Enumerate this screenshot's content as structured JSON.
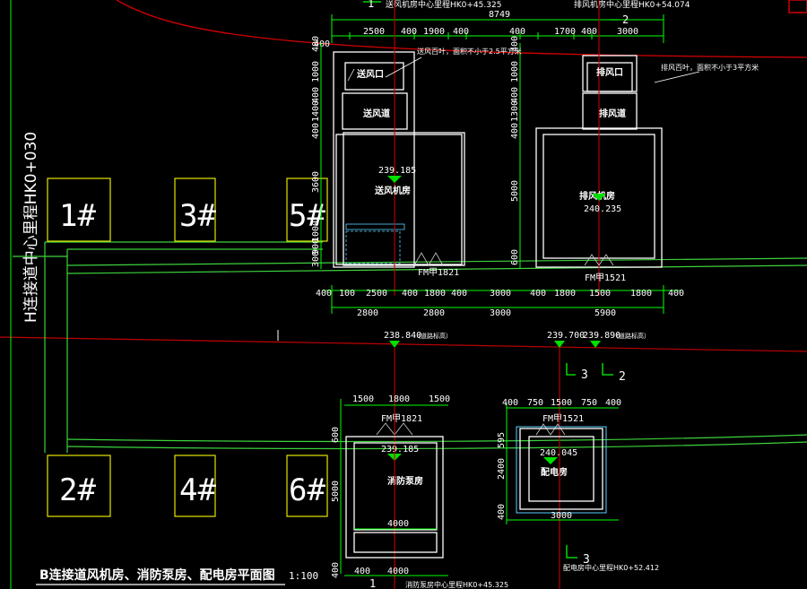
{
  "title": "B连接道风机房、消防泵房、配电房平面图",
  "scale": "1:100",
  "station_label": "H连接道中心里程HK0+030",
  "pillars": [
    "1#",
    "3#",
    "5#",
    "2#",
    "4#",
    "6#"
  ],
  "rooms": {
    "supply_vent": "送风口",
    "supply_duct": "送风道",
    "supply_fan_room": "送风机房",
    "exhaust_vent": "排风口",
    "exhaust_duct": "排风道",
    "exhaust_fan_room": "排风机房",
    "fire_pump_room": "消防泵房",
    "power_room": "配电房"
  },
  "notes": {
    "supply_note": "送风百叶，面积不小于2.5平方米",
    "exhaust_note": "排风百叶，面积不小于3平方米",
    "top_left_note": "送风机房中心里程HK0+45.325",
    "top_right_note": "排风机房中心里程HK0+54.074",
    "bottom_left_note": "消防泵房中心里程HK0+45.325",
    "bottom_right_note": "配电房中心里程HK0+52.412"
  },
  "elevations": {
    "supply_fan": "239.185",
    "exhaust_fan": "240.235",
    "fire_pump": "239.185",
    "power": "240.045",
    "road_left": "238.840",
    "road_mid": "239.700",
    "road_right": "239.890",
    "road_note": "（道路标高）"
  },
  "doors": {
    "supply_door": "FM甲1821",
    "exhaust_door": "FM甲1521",
    "pump_door": "FM甲1821",
    "power_door": "FM甲1521"
  },
  "section_marks": {
    "s1": "1",
    "s2": "2",
    "s3": "3"
  },
  "dims": {
    "top_total": "8749",
    "top_row": [
      "400",
      "2500",
      "400",
      "1900",
      "400",
      "400",
      "1700",
      "400",
      "3000"
    ],
    "left_vertical": [
      "400",
      "1000",
      "400",
      "1400",
      "400",
      "3600",
      "1000",
      "900",
      "300"
    ],
    "right_vertical": [
      "400",
      "1000",
      "400",
      "1300",
      "400",
      "5000",
      "600"
    ],
    "mid_row": [
      "400",
      "100",
      "2500",
      "400",
      "1800",
      "400",
      "3000",
      "400",
      "1800",
      "1500",
      "1800",
      "400"
    ],
    "mid_row2": [
      "2800",
      "2800",
      "3000",
      "5900"
    ],
    "pump_top": [
      "1500",
      "1800",
      "1500"
    ],
    "pump_left": [
      "600",
      "5000",
      "400"
    ],
    "pump_bottom": [
      "4000",
      "400",
      "4000"
    ],
    "power_top": [
      "400",
      "750",
      "1500",
      "750",
      "400"
    ],
    "power_left": [
      "595",
      "2400",
      "400"
    ],
    "power_bottom": [
      "3000"
    ]
  }
}
